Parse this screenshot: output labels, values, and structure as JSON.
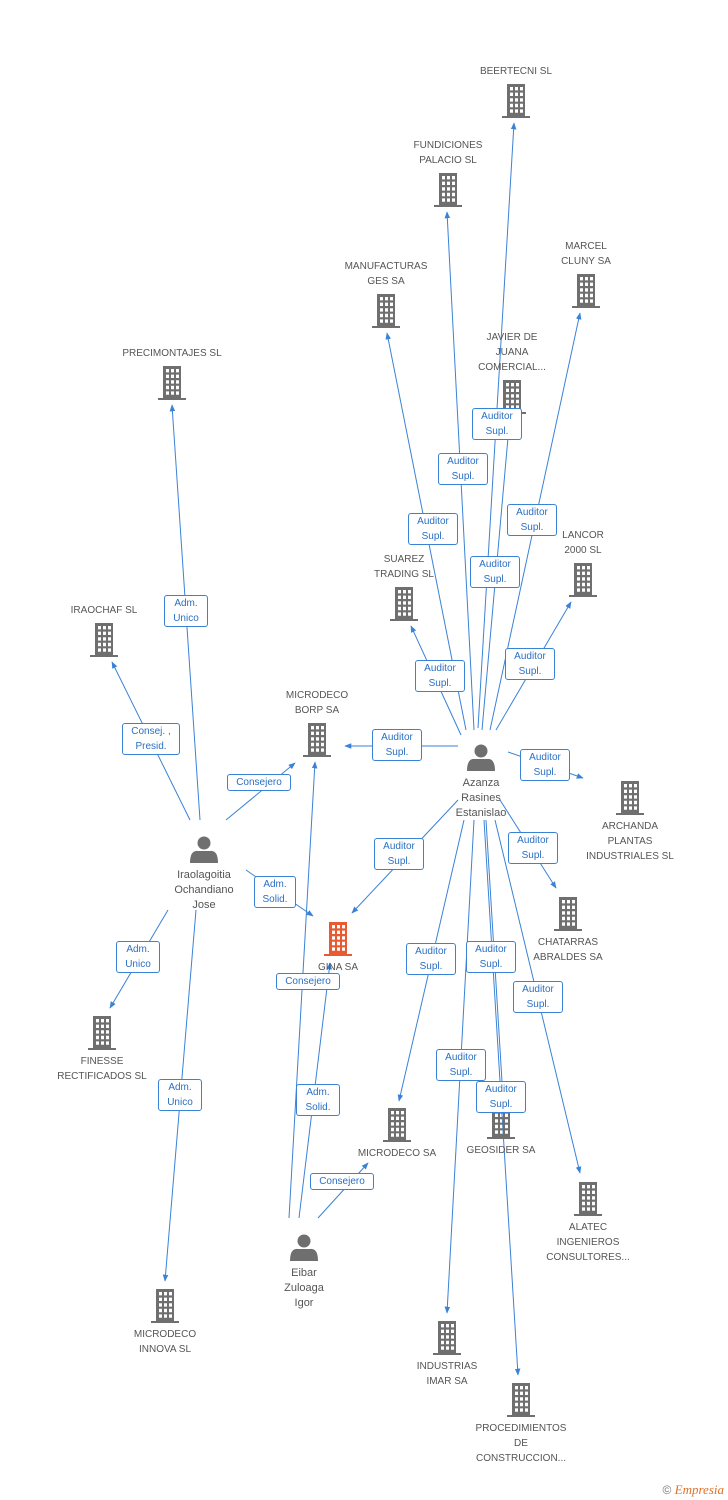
{
  "colors": {
    "edge": "#3a82d6",
    "building": "#6f6f6f",
    "focus": "#e85a32",
    "person": "#6f6f6f"
  },
  "nodes": [
    {
      "id": "beertecni",
      "type": "company",
      "label": "BEERTECNI SL"
    },
    {
      "id": "fundiciones",
      "type": "company",
      "label": "FUNDICIONES\nPALACIO SL"
    },
    {
      "id": "marcel",
      "type": "company",
      "label": "MARCEL\nCLUNY SA"
    },
    {
      "id": "manufacturas",
      "type": "company",
      "label": "MANUFACTURAS\nGES SA"
    },
    {
      "id": "javier",
      "type": "company",
      "label": "JAVIER DE\nJUANA\nCOMERCIAL..."
    },
    {
      "id": "precimontajes",
      "type": "company",
      "label": "PRECIMONTAJES SL"
    },
    {
      "id": "lancor",
      "type": "company",
      "label": "LANCOR\n2000 SL"
    },
    {
      "id": "suarez",
      "type": "company",
      "label": "SUAREZ\nTRADING SL"
    },
    {
      "id": "iraochaf",
      "type": "company",
      "label": "IRAOCHAF SL"
    },
    {
      "id": "microdeco_borp",
      "type": "company",
      "label": "MICRODECO\nBORP SA"
    },
    {
      "id": "archanda",
      "type": "company",
      "label": "ARCHANDA\nPLANTAS\nINDUSTRIALES SL"
    },
    {
      "id": "gina",
      "type": "focus",
      "label": "GINA SA"
    },
    {
      "id": "chatarras",
      "type": "company",
      "label": "CHATARRAS\nABRALDES SA"
    },
    {
      "id": "finesse",
      "type": "company",
      "label": "FINESSE\nRECTIFICADOS SL"
    },
    {
      "id": "microdeco_sa",
      "type": "company",
      "label": "MICRODECO SA"
    },
    {
      "id": "geosider",
      "type": "company",
      "label": "GEOSIDER SA"
    },
    {
      "id": "alatec",
      "type": "company",
      "label": "ALATEC\nINGENIEROS\nCONSULTORES..."
    },
    {
      "id": "microdeco_innova",
      "type": "company",
      "label": "MICRODECO\nINNOVA SL"
    },
    {
      "id": "industrias",
      "type": "company",
      "label": "INDUSTRIAS\nIMAR SA"
    },
    {
      "id": "procedimientos",
      "type": "company",
      "label": "PROCEDIMIENTOS\nDE\nCONSTRUCCION..."
    },
    {
      "id": "azanza",
      "type": "person",
      "label": "Azanza\nRasines\nEstanislao"
    },
    {
      "id": "iraolagoitia",
      "type": "person",
      "label": "Iraolagoitia\nOchandiano\nJose"
    },
    {
      "id": "eibar",
      "type": "person",
      "label": "Eibar\nZuloaga\nIgor"
    }
  ],
  "edges": [
    {
      "from": "azanza",
      "to": "beertecni",
      "label": "Auditor\nSupl."
    },
    {
      "from": "azanza",
      "to": "fundiciones",
      "label": "Auditor\nSupl."
    },
    {
      "from": "azanza",
      "to": "manufacturas",
      "label": "Auditor\nSupl."
    },
    {
      "from": "azanza",
      "to": "marcel",
      "label": "Auditor\nSupl."
    },
    {
      "from": "azanza",
      "to": "javier",
      "label": "Auditor\nSupl."
    },
    {
      "from": "azanza",
      "to": "lancor",
      "label": "Auditor\nSupl."
    },
    {
      "from": "azanza",
      "to": "suarez",
      "label": "Auditor\nSupl."
    },
    {
      "from": "azanza",
      "to": "microdeco_borp",
      "label": "Auditor\nSupl."
    },
    {
      "from": "azanza",
      "to": "archanda",
      "label": "Auditor\nSupl."
    },
    {
      "from": "azanza",
      "to": "gina",
      "label": "Auditor\nSupl."
    },
    {
      "from": "azanza",
      "to": "chatarras",
      "label": "Auditor\nSupl."
    },
    {
      "from": "azanza",
      "to": "microdeco_sa",
      "label": "Auditor\nSupl."
    },
    {
      "from": "azanza",
      "to": "geosider",
      "label": "Auditor\nSupl."
    },
    {
      "from": "azanza",
      "to": "alatec",
      "label": "Auditor\nSupl."
    },
    {
      "from": "azanza",
      "to": "industrias",
      "label": "Auditor\nSupl."
    },
    {
      "from": "azanza",
      "to": "procedimientos",
      "label": "Auditor\nSupl."
    },
    {
      "from": "iraolagoitia",
      "to": "precimontajes",
      "label": "Adm.\nUnico"
    },
    {
      "from": "iraolagoitia",
      "to": "iraochaf",
      "label": "Consej. ,\nPresid."
    },
    {
      "from": "iraolagoitia",
      "to": "microdeco_borp",
      "label": "Consejero"
    },
    {
      "from": "iraolagoitia",
      "to": "gina",
      "label": "Adm.\nSolid."
    },
    {
      "from": "iraolagoitia",
      "to": "finesse",
      "label": "Adm.\nUnico"
    },
    {
      "from": "iraolagoitia",
      "to": "microdeco_innova",
      "label": "Adm.\nUnico"
    },
    {
      "from": "eibar",
      "to": "gina",
      "label": "Consejero"
    },
    {
      "from": "eibar",
      "to": "microdeco_borp",
      "label": "Adm.\nSolid."
    },
    {
      "from": "eibar",
      "to": "microdeco_sa",
      "label": "Consejero"
    }
  ],
  "footer": {
    "copyright": "©",
    "brand": "Empresia"
  }
}
